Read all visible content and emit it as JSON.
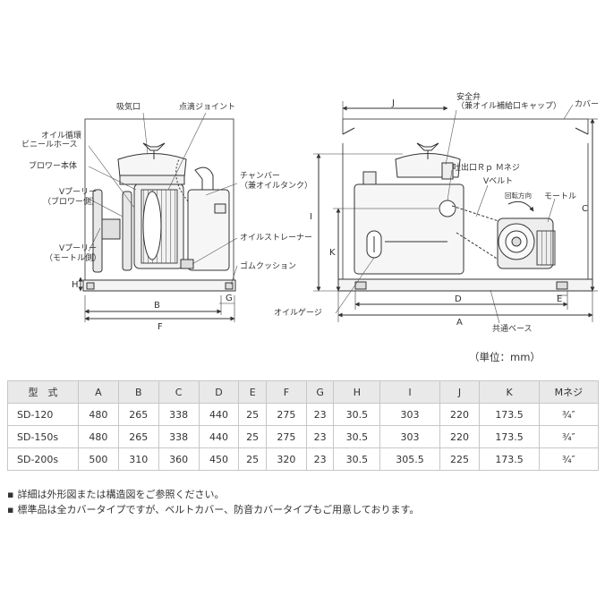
{
  "left_view": {
    "labels": {
      "intake": "吸気口",
      "drip_joint": "点滴ジョイント",
      "oil_hose_1": "オイル循環",
      "oil_hose_2": "ビニールホース",
      "blower_body": "ブロワー本体",
      "v_pulley_blower_1": "Vプーリー",
      "v_pulley_blower_2": "（ブロワー側）",
      "v_pulley_motor_1": "Vプーリー",
      "v_pulley_motor_2": "（モートル側）",
      "chamber_1": "チャンバー",
      "chamber_2": "（兼オイルタンク）",
      "oil_strainer": "オイルストレーナー",
      "rubber_cushion": "ゴムクッション"
    },
    "dims": {
      "h": "H",
      "b": "B",
      "f": "F",
      "g": "G"
    }
  },
  "right_view": {
    "labels": {
      "safety_valve_1": "安全弁",
      "safety_valve_2": "（兼オイル補給口キャップ）",
      "cover": "カバー",
      "outlet": "吐出口Ｒｐ Ｍネジ",
      "v_belt": "Vベルト",
      "rotation": "回転方向",
      "motor": "モートル",
      "oil_gauge": "オイルゲージ",
      "common_base": "共通ベース"
    },
    "dims": {
      "j": "J",
      "i": "I",
      "k": "K",
      "c": "C",
      "d": "D",
      "a": "A",
      "e": "E"
    }
  },
  "unit_label": "（単位：mm）",
  "table": {
    "headers": [
      "型　式",
      "A",
      "B",
      "C",
      "D",
      "E",
      "F",
      "G",
      "H",
      "I",
      "J",
      "K",
      "Mネジ"
    ],
    "rows": [
      [
        "SD-120",
        "480",
        "265",
        "338",
        "440",
        "25",
        "275",
        "23",
        "30.5",
        "303",
        "220",
        "173.5",
        "¾″"
      ],
      [
        "SD-150s",
        "480",
        "265",
        "338",
        "440",
        "25",
        "275",
        "23",
        "30.5",
        "303",
        "220",
        "173.5",
        "¾″"
      ],
      [
        "SD-200s",
        "500",
        "310",
        "360",
        "450",
        "25",
        "320",
        "23",
        "30.5",
        "305.5",
        "225",
        "173.5",
        "¾″"
      ]
    ]
  },
  "notes": [
    "詳細は外形図または構造図をご参照ください。",
    "標準品は全カバータイプですが、ベルトカバー、防音カバータイプもご用意しております。"
  ]
}
